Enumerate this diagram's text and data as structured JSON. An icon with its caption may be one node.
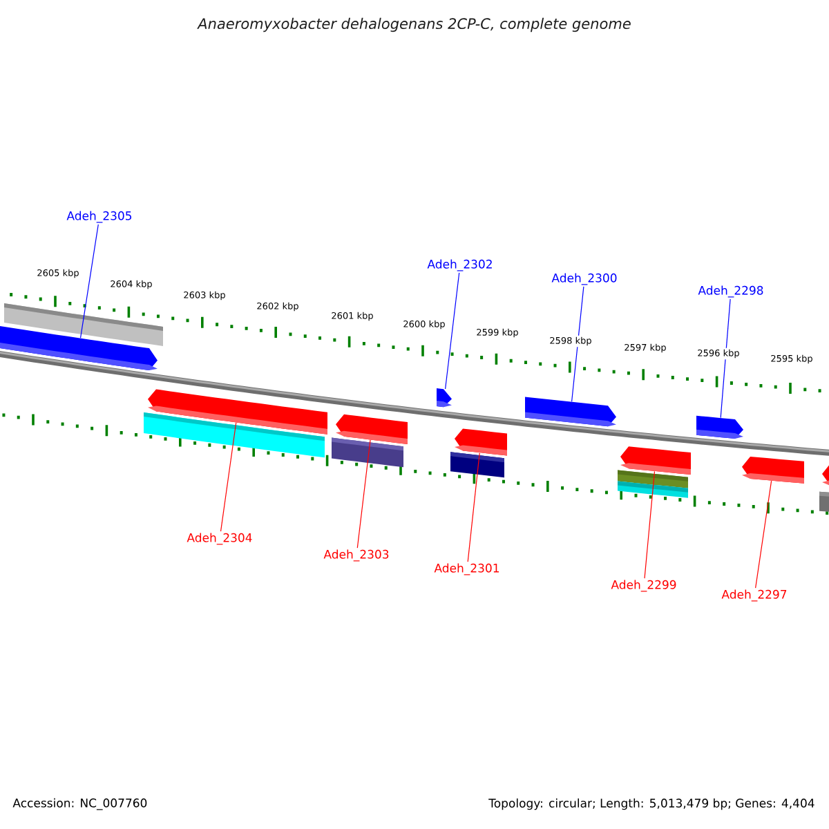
{
  "diagram": {
    "title": "Anaeromyxobacter dehalogenans 2CP-C, complete genome",
    "nodes": [
      {
        "text": [
          "Adeh_2305"
        ]
      },
      {
        "text": [
          "Adeh_2302"
        ]
      },
      {
        "text": [
          "Adeh_2300"
        ]
      },
      {
        "text": [
          "Adeh_2298"
        ]
      },
      {
        "text": [],
        "shape": "bar"
      },
      {
        "text": [],
        "shape": "bar"
      },
      {
        "text": [],
        "shape": "bar"
      },
      {
        "text": [],
        "shape": "bar"
      },
      {
        "text": [],
        "shape": "bar"
      },
      {
        "text": [],
        "shape": "bar"
      },
      {
        "text": [],
        "shape": "bar"
      },
      {
        "text": [],
        "shape": "bar"
      },
      {
        "text": [],
        "shape": "bar"
      },
      {
        "text": [],
        "shape": "bar"
      },
      {
        "text": [
          "Adeh_2304"
        ]
      },
      {
        "text": [
          "Adeh_2303"
        ]
      },
      {
        "text": [
          "Adeh_2301"
        ]
      },
      {
        "text": [
          "Adeh_2299"
        ]
      },
      {
        "text": [
          "Adeh_2297"
        ]
      }
    ],
    "edges": [
      {
        "from": 0,
        "to": 4,
        "arrow": "none",
        "color": "#0000ff"
      },
      {
        "from": 1,
        "to": 5,
        "arrow": "none",
        "color": "#0000ff"
      },
      {
        "from": 2,
        "to": 6,
        "arrow": "none",
        "color": "#0000ff"
      },
      {
        "from": 3,
        "to": 7,
        "arrow": "none",
        "color": "#0000ff"
      },
      {
        "from": 14,
        "to": 8,
        "arrow": "none",
        "color": "#ff0000"
      },
      {
        "from": 15,
        "to": 9,
        "arrow": "none",
        "color": "#ff0000"
      },
      {
        "from": 16,
        "to": 10,
        "arrow": "none",
        "color": "#ff0000"
      },
      {
        "from": 17,
        "to": 11,
        "arrow": "none",
        "color": "#ff0000"
      },
      {
        "from": 18,
        "to": 12,
        "arrow": "none",
        "color": "#ff0000"
      }
    ],
    "labels": [
      "2605 kbp",
      "2604 kbp",
      "2603 kbp",
      "2602 kbp",
      "2601 kbp",
      "2600 kbp",
      "2599 kbp",
      "2598 kbp",
      "2597 kbp",
      "2596 kbp",
      "2595 kbp",
      "Accession: NC_007760",
      "Topology: circular; Length: 5,013,479 bp; Genes: 4,404"
    ]
  }
}
